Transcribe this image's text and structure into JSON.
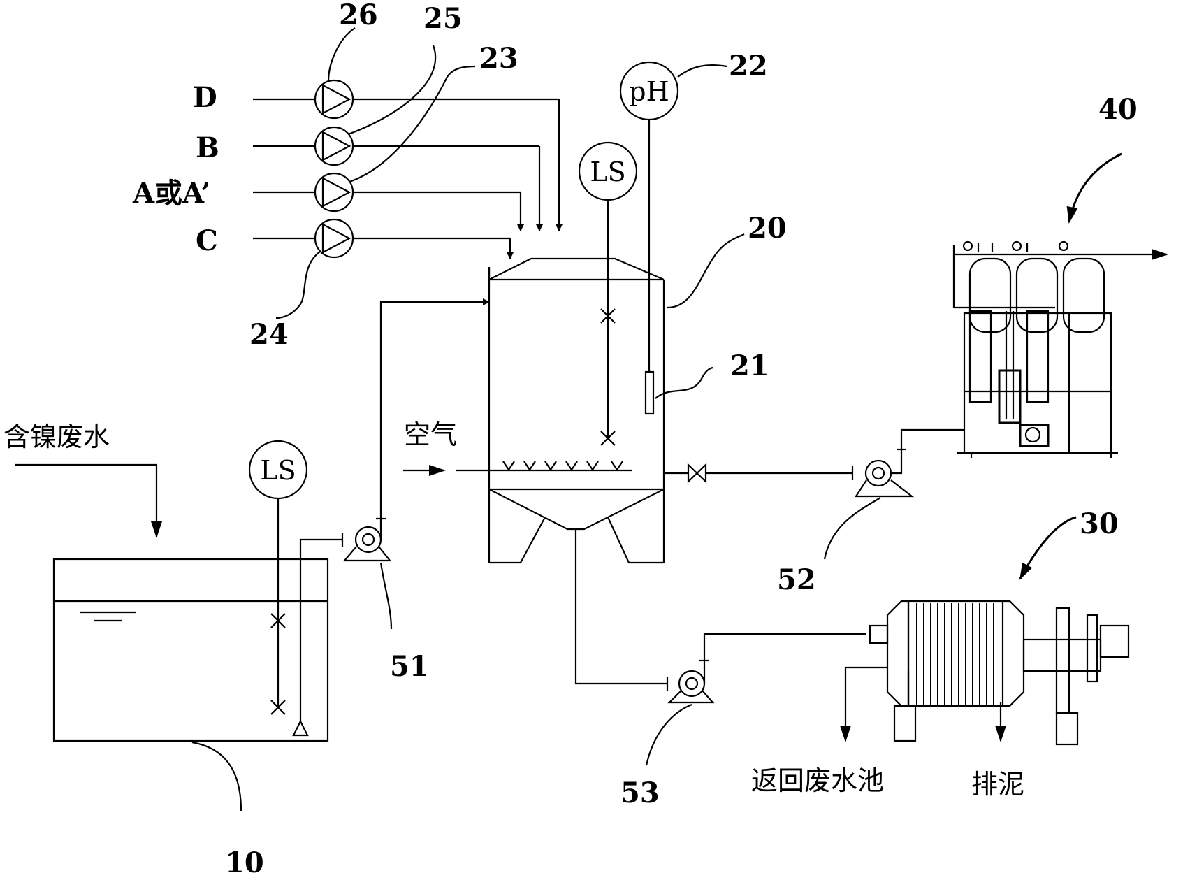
{
  "labels": {
    "wastewater_in": "含镍废水",
    "air": "空气",
    "return_pool": "返回废水池",
    "sludge": "排泥",
    "feed_d": "D",
    "feed_b": "B",
    "feed_a": "A或A’",
    "feed_c": "C",
    "ls_tank": "LS",
    "ls_reactor": "LS",
    "ph": "pH",
    "n10": "10",
    "n20": "20",
    "n21": "21",
    "n22": "22",
    "n23": "23",
    "n24": "24",
    "n25": "25",
    "n26": "26",
    "n30": "30",
    "n40": "40",
    "n51": "51",
    "n52": "52",
    "n53": "53"
  }
}
